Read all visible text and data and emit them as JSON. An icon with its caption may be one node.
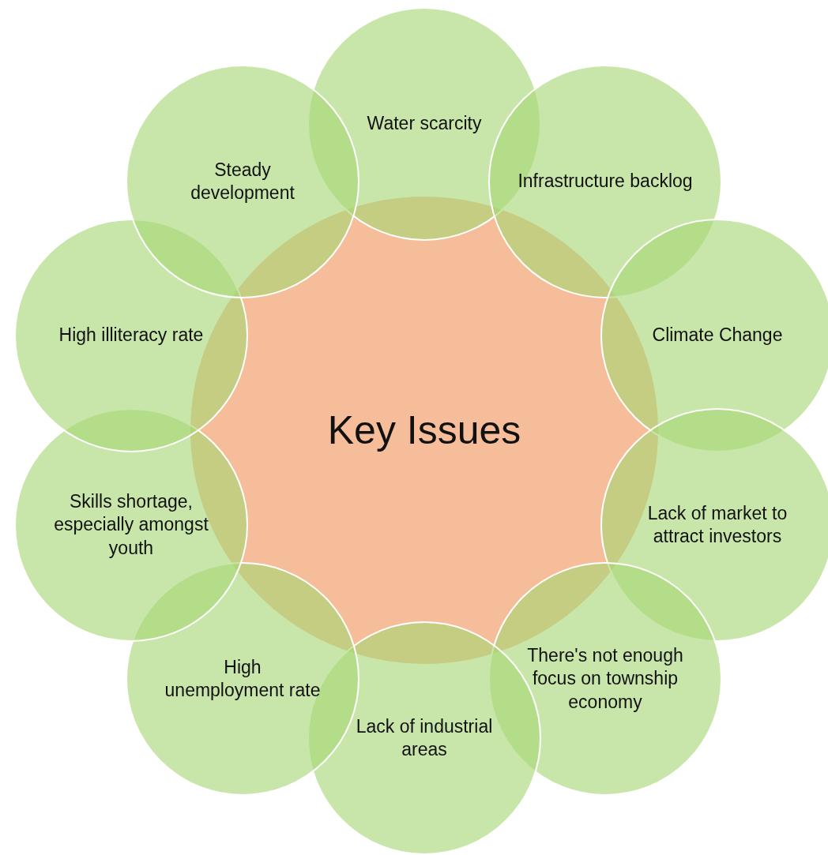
{
  "diagram": {
    "nodes": [
      {
        "text": [
          "Key Issues"
        ]
      },
      {
        "text": [
          "Water scarcity"
        ]
      },
      {
        "text": [
          "Infrastructure backlog"
        ]
      },
      {
        "text": [
          "Climate Change"
        ]
      },
      {
        "text": [
          "Lack of market to attract investors"
        ]
      },
      {
        "text": [
          "There's not enough focus on township economy"
        ]
      },
      {
        "text": [
          "Lack of industrial areas"
        ]
      },
      {
        "text": [
          "High unemployment rate"
        ]
      },
      {
        "text": [
          "Skills shortage, especially amongst youth"
        ]
      },
      {
        "text": [
          "High illiteracy rate"
        ]
      },
      {
        "text": [
          "Steady development"
        ]
      }
    ]
  }
}
